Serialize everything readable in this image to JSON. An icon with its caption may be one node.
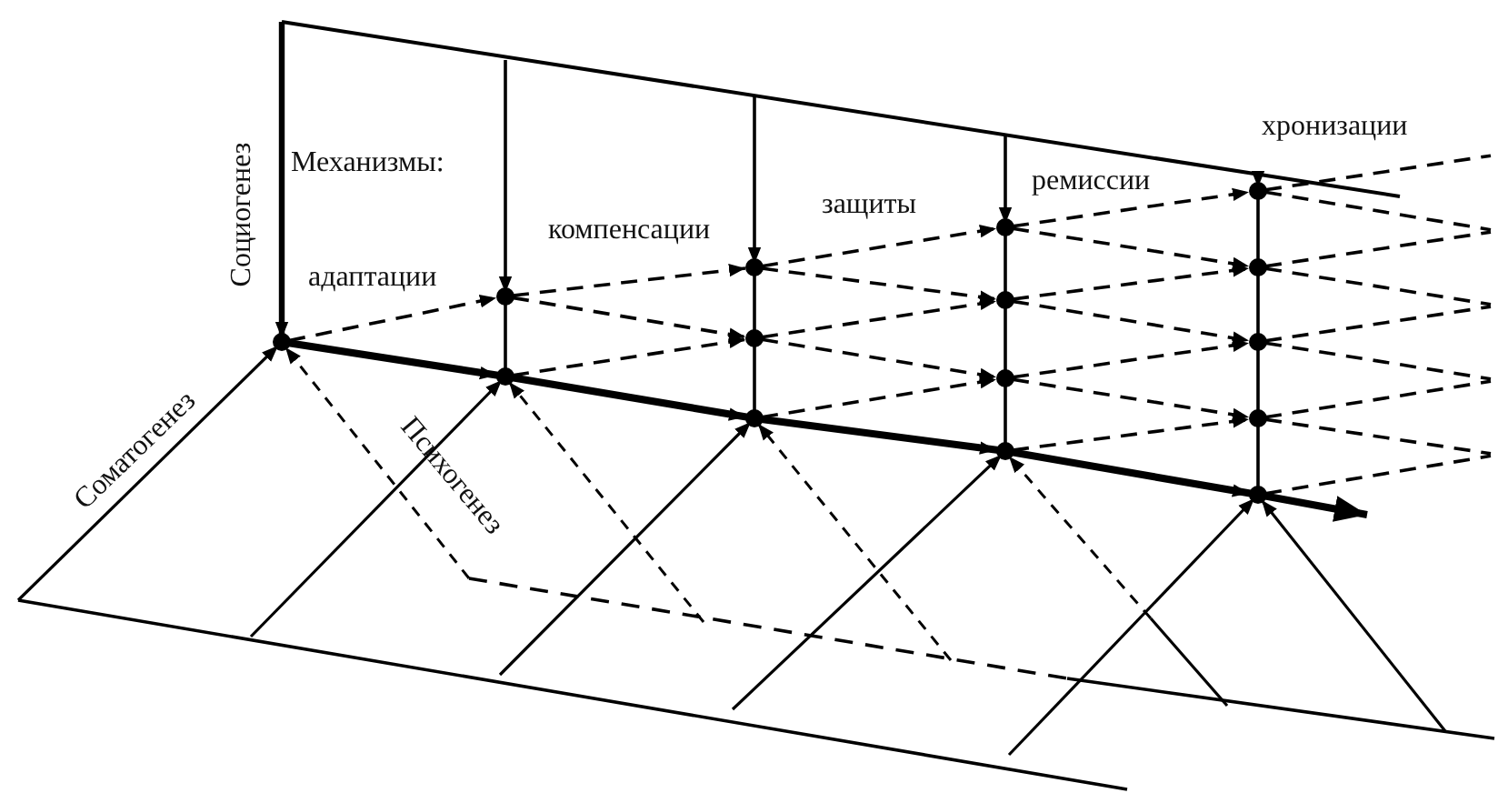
{
  "diagram": {
    "labels": [
      "Социогенез",
      "Механизмы:",
      "адаптации",
      "компенсации",
      "защиты",
      "ремиссии",
      "хронизации",
      "Соматогенез",
      "Психогенез"
    ]
  }
}
